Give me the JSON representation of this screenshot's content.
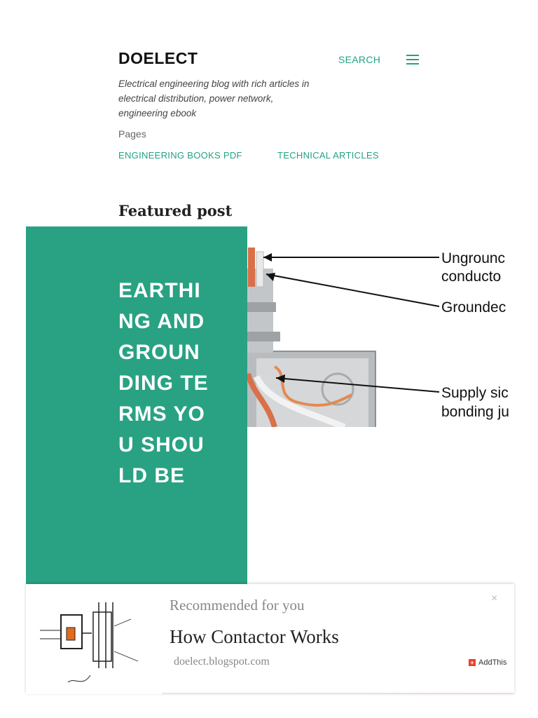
{
  "header": {
    "site_title": "DOELECT",
    "search_label": "SEARCH",
    "tagline": "Electrical engineering blog with rich articles in electrical distribution, power network, engineering ebook"
  },
  "pages": {
    "label": "Pages",
    "links": [
      {
        "label": "ENGINEERING BOOKS PDF"
      },
      {
        "label": "TECHNICAL ARTICLES"
      }
    ]
  },
  "featured": {
    "section_label": "Featured post",
    "post_title": "EARTHING AND GROUNDING TERMS YOU SHOULD BE",
    "image_labels": {
      "ungrounded": [
        "Ungrounc",
        "conducto"
      ],
      "grounded": "Groundec",
      "supply": [
        "Supply sic",
        "bonding ju"
      ]
    }
  },
  "recommendation": {
    "heading": "Recommended for you",
    "title": "How Contactor Works",
    "source": "doelect.blogspot.com",
    "close_symbol": "×",
    "addthis_label": "AddThis",
    "addthis_symbol": "+"
  },
  "colors": {
    "accent": "#23a383",
    "panel": "#28a283"
  }
}
